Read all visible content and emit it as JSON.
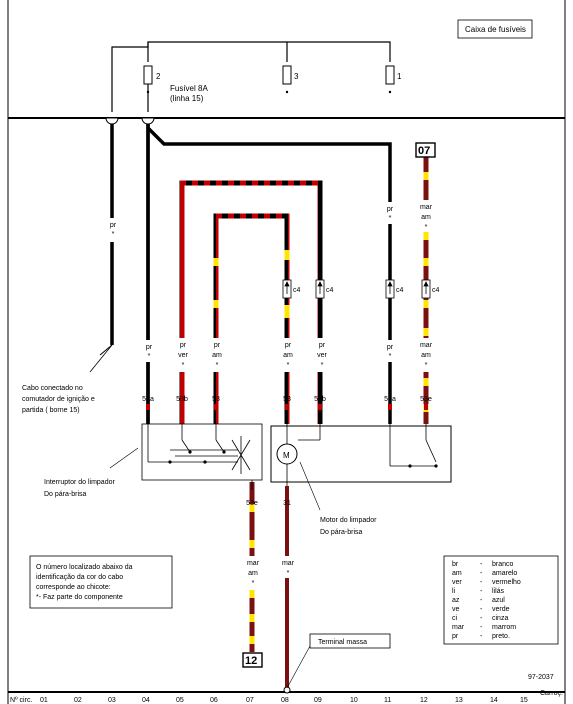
{
  "fuse_box": {
    "title": "Caixa de fusíveis"
  },
  "fuses": [
    {
      "number": "2",
      "name": "Fusível 8A",
      "note": "(linha 15)"
    },
    {
      "number": "3"
    },
    {
      "number": "1"
    }
  ],
  "connectors": {
    "top_right": "07",
    "bottom": "12"
  },
  "wire_labels": {
    "w4_upper": [
      "pr",
      "*"
    ],
    "w4_lower": [
      "pr",
      "*"
    ],
    "w5": [
      "pr",
      "ver",
      "*"
    ],
    "w6": [
      "pr",
      "am",
      "*"
    ],
    "w8_upper": [
      "pr",
      "am",
      "*"
    ],
    "w9_upper": [
      "pr",
      "ver",
      "*"
    ],
    "w11_upper": [
      "pr",
      "*"
    ],
    "w11_lower": [
      "pr",
      "*"
    ],
    "w12_upper": [
      "mar",
      "am",
      "*"
    ],
    "w12_lower": [
      "mar",
      "am",
      "*"
    ],
    "w7_lower": [
      "mar",
      "am",
      "*"
    ],
    "w8_lower": [
      "mar",
      "*"
    ]
  },
  "connector_tags": {
    "c8": "c4",
    "c9": "c4",
    "c11": "c4",
    "c12": "c4"
  },
  "terminals": {
    "t4": "53a",
    "t5": "53b",
    "t6": "53",
    "t8": "53",
    "t9": "53b",
    "t11": "53a",
    "t12": "53e",
    "t7": "53e",
    "t8b": "31"
  },
  "callouts": {
    "cabo": [
      "Cabo conectado no",
      "comutador de ignição e",
      "partida ( borne 15)"
    ],
    "interruptor": [
      "Interruptor do limpador",
      "Do pára-brisa"
    ],
    "motor": [
      "Motor do limpador",
      "Do pára-brisa"
    ],
    "motor_symbol": "M",
    "massa": "Terminal massa"
  },
  "note_box": [
    "O número localizado abaixo da",
    "identificação da cor do cabo",
    "corresponde ao chicote:",
    "*- Faz parte do componente"
  ],
  "legend": [
    {
      "code": "br",
      "dash": "-",
      "color": "branco"
    },
    {
      "code": "am",
      "dash": "-",
      "color": "amarelo"
    },
    {
      "code": "ver",
      "dash": "-",
      "color": "vermelho"
    },
    {
      "code": "li",
      "dash": "-",
      "color": "lilás"
    },
    {
      "code": "az",
      "dash": "-",
      "color": "azul"
    },
    {
      "code": "ve",
      "dash": "-",
      "color": "verde"
    },
    {
      "code": "ci",
      "dash": "-",
      "color": "cinza"
    },
    {
      "code": "mar",
      "dash": "-",
      "color": "marrom"
    },
    {
      "code": "pr",
      "dash": "-",
      "color": "preto."
    }
  ],
  "diagram_code": "97-2037",
  "footer": {
    "left": "Nº circ.",
    "numbers": [
      "01",
      "02",
      "03",
      "04",
      "05",
      "06",
      "07",
      "08",
      "09",
      "10",
      "11",
      "12",
      "13",
      "14",
      "15"
    ],
    "right": "Carroç."
  },
  "colors": {
    "black": "#000000",
    "red": "#c00000",
    "yellow": "#ffe600",
    "brown": "#7a1010"
  }
}
